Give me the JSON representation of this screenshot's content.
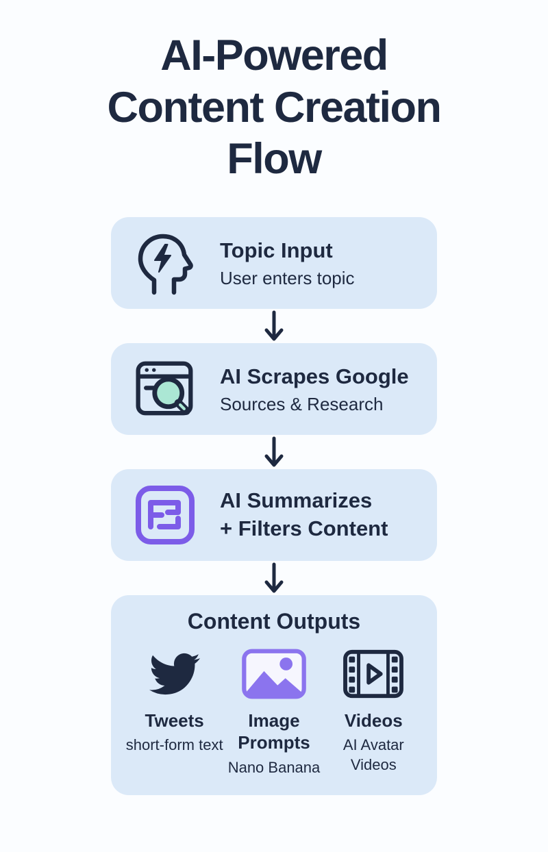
{
  "page": {
    "title_lines": [
      "AI-Powered",
      "Content Creation",
      "Flow"
    ]
  },
  "colors": {
    "background": "#fbfdff",
    "box_blue": "#dbe9f8",
    "navy": "#1e2940",
    "purple": "#7c5ce8",
    "purple_light": "#8b74ee",
    "teal": "#abe7d4"
  },
  "flow": {
    "steps": [
      {
        "icon": "head-bolt-icon",
        "title_lines": [
          "Topic Input"
        ],
        "subtitle": "User enters topic"
      },
      {
        "icon": "browser-search-icon",
        "title_lines": [
          "AI Scrapes Google"
        ],
        "subtitle": "Sources & Research"
      },
      {
        "icon": "maze-summarize-icon",
        "title_lines": [
          "AI Summarizes",
          "+ Filters Content"
        ],
        "subtitle": ""
      }
    ],
    "outputs": {
      "title": "Content Outputs",
      "items": [
        {
          "icon": "twitter-bird-icon",
          "label": "Tweets",
          "sublabel": "short-form text"
        },
        {
          "icon": "image-prompt-icon",
          "label": "Image Prompts",
          "sublabel": "Nano Banana"
        },
        {
          "icon": "film-video-icon",
          "label": "Videos",
          "sublabel": "AI Avatar Videos"
        }
      ]
    }
  }
}
